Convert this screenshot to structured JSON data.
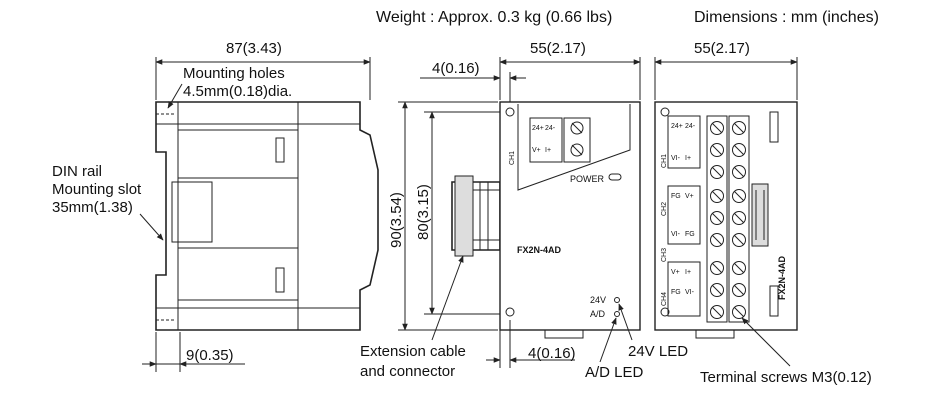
{
  "header": {
    "weight": "Weight : Approx. 0.3 kg (0.66 lbs)",
    "dimensions": "Dimensions : mm (inches)"
  },
  "dims": {
    "side_width": "87(3.43)",
    "front_width": "55(2.17)",
    "terminal_width": "55(2.17)",
    "front_offset_top": "4(0.16)",
    "front_offset_bottom": "4(0.16)",
    "height_outer": "90(3.54)",
    "height_inner": "80(3.15)",
    "rail_offset": "9(0.35)"
  },
  "callouts": {
    "mounting_holes_1": "Mounting holes",
    "mounting_holes_2": "4.5mm(0.18)dia.",
    "din_rail_1": "DIN rail",
    "din_rail_2": "Mounting slot",
    "din_rail_3": "35mm(1.38)",
    "ext_cable_1": "Extension cable",
    "ext_cable_2": "and connector",
    "led_24v": "24V LED",
    "led_ad": "A/D LED",
    "terminal_screws": "Terminal screws M3(0.12)"
  },
  "module": {
    "power": "POWER",
    "model": "FX2N-4AD",
    "model_vertical": "FX2N-4AD",
    "led_24v": "24V",
    "led_ad": "A/D"
  },
  "terminals": {
    "ch1": "CH1",
    "ch2": "CH2",
    "ch3": "CH3",
    "ch4": "CH4",
    "t_24p": "24+",
    "t_24m": "24-",
    "t_vp": "V+",
    "t_ip": "I+",
    "t_vm": "VI-",
    "t_fg": "FG"
  }
}
